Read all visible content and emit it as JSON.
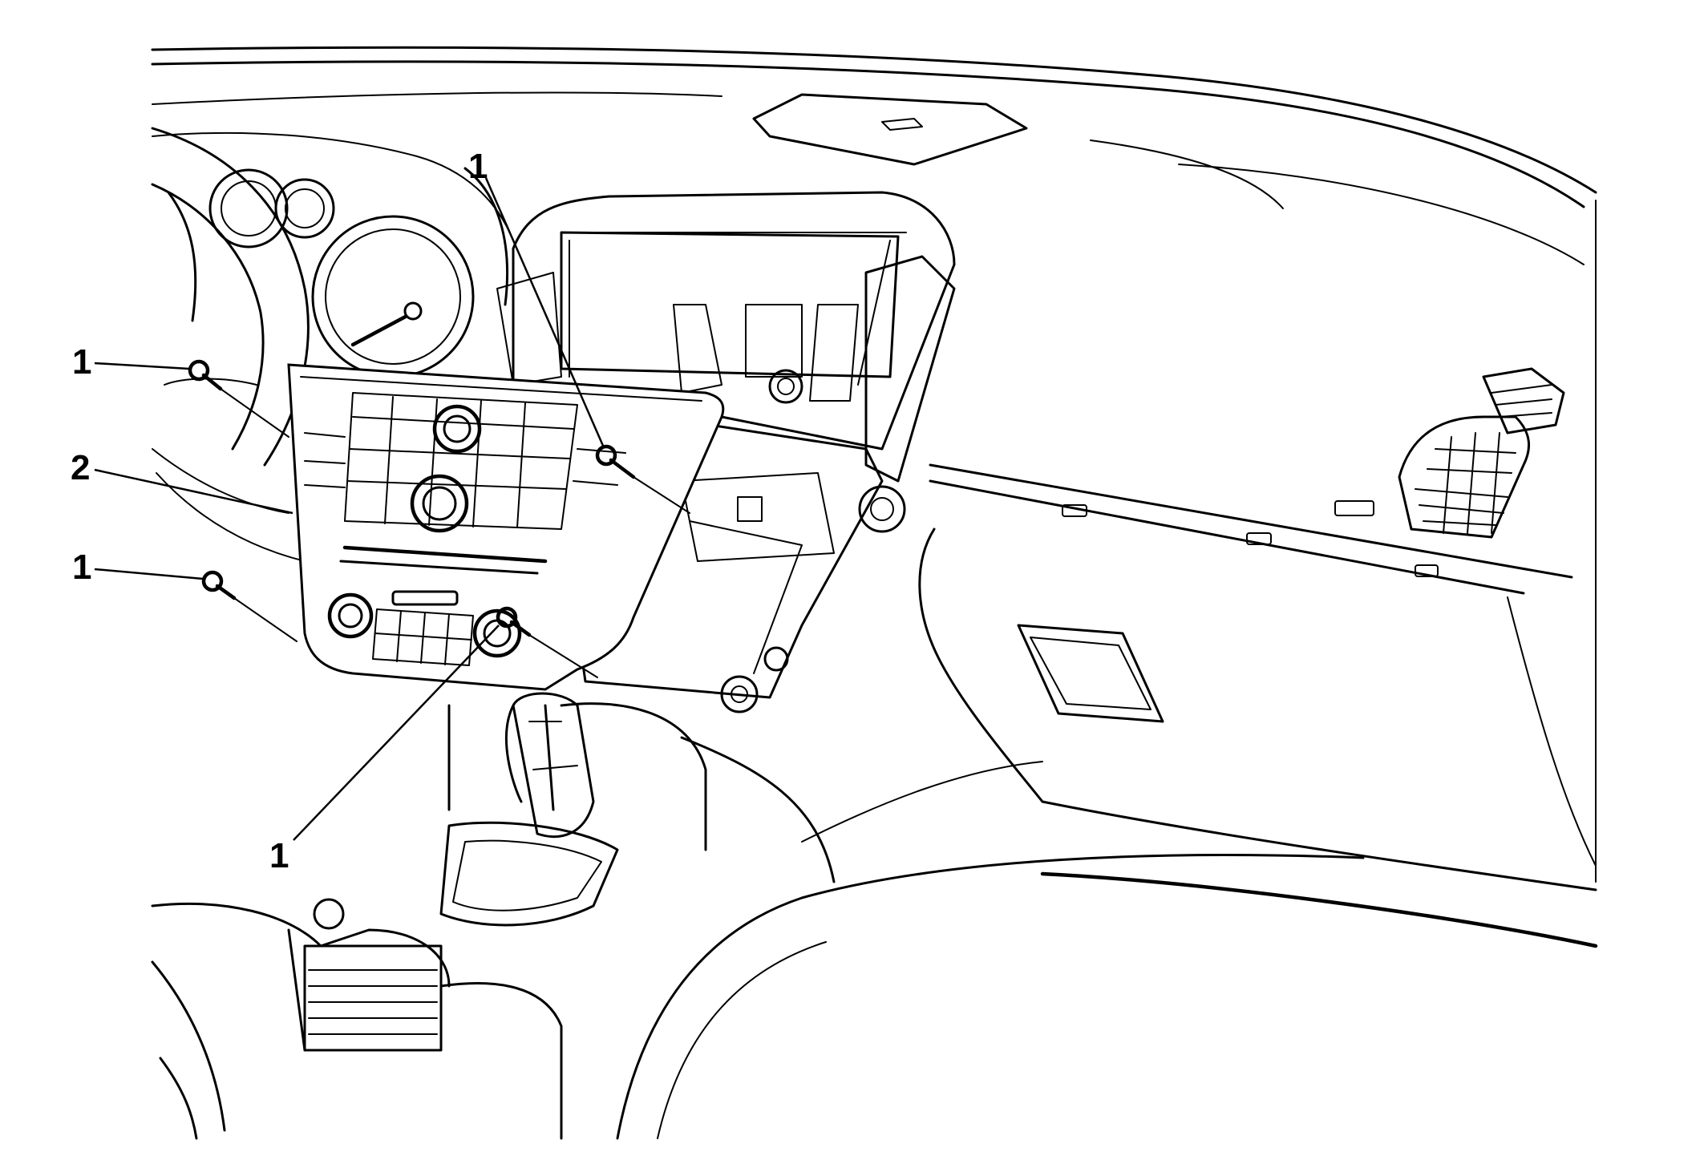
{
  "callouts": [
    {
      "id": "fastener-top",
      "label": "1"
    },
    {
      "id": "fastener-left-upper",
      "label": "1"
    },
    {
      "id": "panel",
      "label": "2"
    },
    {
      "id": "fastener-left-lower",
      "label": "1"
    },
    {
      "id": "fastener-bottom",
      "label": "1"
    }
  ],
  "colors": {
    "ink": "#000000",
    "paper": "#ffffff"
  }
}
